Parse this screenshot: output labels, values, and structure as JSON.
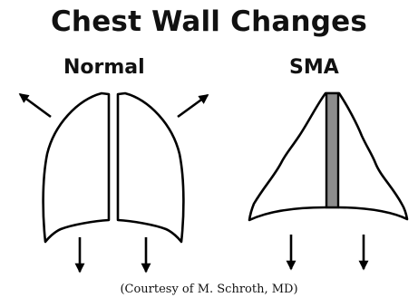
{
  "title": "Chest Wall Changes",
  "panels": {
    "normal": {
      "label": "Normal"
    },
    "sma": {
      "label": "SMA"
    }
  },
  "credit": "(Courtesy of M. Schroth, MD)",
  "colors": {
    "outline": "#000000",
    "spine": "#8c8c8c",
    "fill": "#ffffff"
  },
  "icons": {
    "normal": [
      "arrow-up-left-icon",
      "arrow-up-right-icon",
      "arrow-down-icon",
      "arrow-down-icon"
    ],
    "sma": [
      "arrow-down-icon",
      "arrow-down-icon"
    ]
  }
}
